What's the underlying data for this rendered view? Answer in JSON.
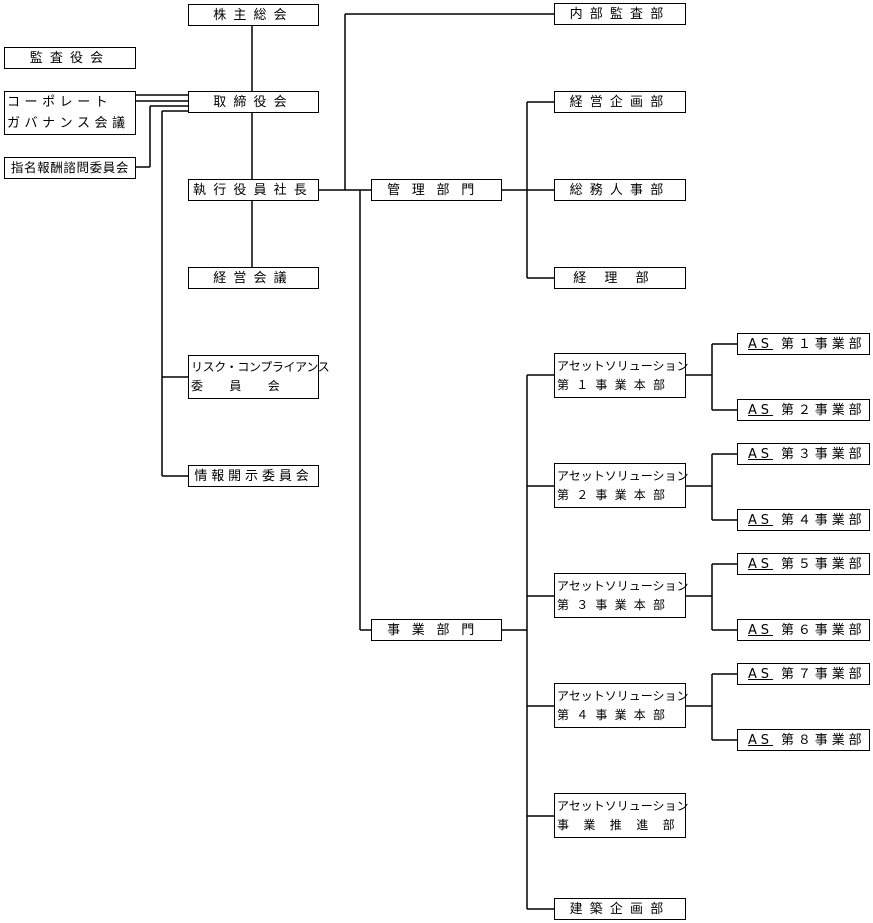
{
  "org": {
    "shareholders": "株主総会",
    "auditors": "監査役会",
    "board": "取締役会",
    "cg_council_line1": "コーポレート",
    "cg_council_line2": "ガバナンス会議",
    "nomination": "指名報酬諮問委員会",
    "ceo": "執行役員社長",
    "mgmt_meeting": "経営会議",
    "risk_line1": "リスク・コンプライアンス",
    "risk_line2": "委員会",
    "disclosure": "情報開示委員会",
    "internal_audit": "内部監査部",
    "admin_div": "管理部門",
    "planning": "経営企画部",
    "general_affairs": "総務人事部",
    "accounting": "経理部",
    "business_div": "事業部門",
    "hq1_line1": "アセットソリューション",
    "hq1_line2": "第１事業本部",
    "hq2_line1": "アセットソリューション",
    "hq2_line2": "第２事業本部",
    "hq3_line1": "アセットソリューション",
    "hq3_line2": "第３事業本部",
    "hq4_line1": "アセットソリューション",
    "hq4_line2": "第４事業本部",
    "promo_line1": "アセットソリューション",
    "promo_line2": "事業推進部",
    "arch_planning": "建築企画部",
    "as_prefix": "AS",
    "dept1": "第１事業部",
    "dept2": "第２事業部",
    "dept3": "第３事業部",
    "dept4": "第４事業部",
    "dept5": "第５事業部",
    "dept6": "第６事業部",
    "dept7": "第７事業部",
    "dept8": "第８事業部"
  }
}
